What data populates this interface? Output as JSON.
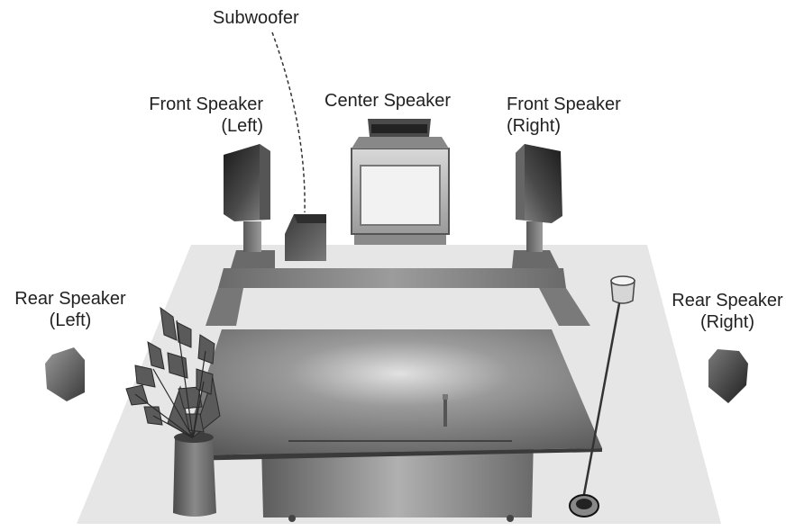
{
  "labels": {
    "subwoofer": "Subwoofer",
    "center": "Center Speaker",
    "front_left": [
      "Front Speaker",
      "(Left)"
    ],
    "front_right": [
      "Front Speaker",
      "(Right)"
    ],
    "rear_left": [
      "Rear Speaker",
      "(Left)"
    ],
    "rear_right": [
      "Rear Speaker",
      "(Right)"
    ]
  },
  "icons": {
    "front_left": "front-speaker-left-icon",
    "front_right": "front-speaker-right-icon",
    "center": "center-speaker-tv-icon",
    "subwoofer": "subwoofer-icon",
    "rear_left": "rear-speaker-left-icon",
    "rear_right": "rear-speaker-right-icon",
    "plant": "potted-plant-icon",
    "lamp": "floor-lamp-icon",
    "table": "coffee-table-icon"
  },
  "colors": {
    "floor": "#e6e6e6",
    "speaker_dark": "#2a2a2a",
    "speaker_mid": "#6e6e6e",
    "label_text": "#222222"
  }
}
